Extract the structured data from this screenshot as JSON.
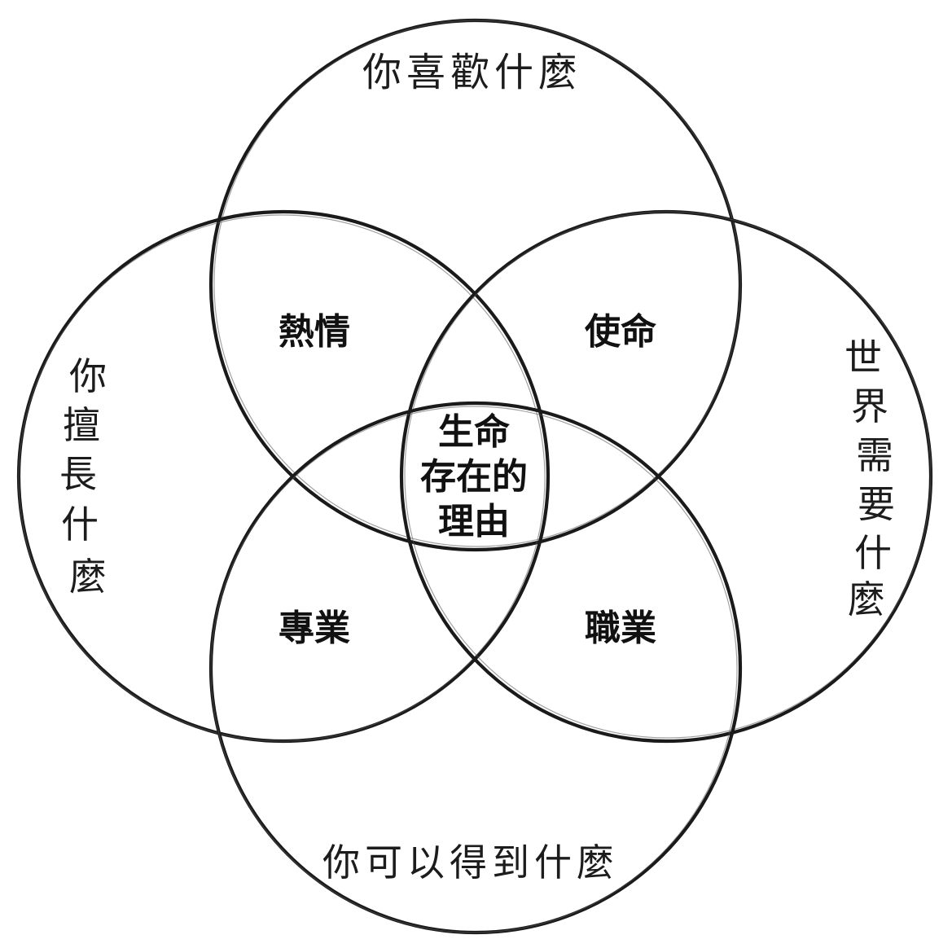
{
  "circles": {
    "top": {
      "label": "你喜歡什麼"
    },
    "left": {
      "label_chars": [
        "你",
        "擅",
        "長",
        "什",
        "麼"
      ]
    },
    "right": {
      "label_chars": [
        "世",
        "界",
        "需",
        "要",
        "什",
        "麼"
      ]
    },
    "bottom": {
      "label": "你可以得到什麼"
    }
  },
  "overlaps": {
    "passion": "熱情",
    "mission": "使命",
    "profession": "專業",
    "vocation": "職業",
    "center_lines": [
      "生命",
      "存在的",
      "理由"
    ]
  },
  "stroke_color": "#1a1a1a"
}
